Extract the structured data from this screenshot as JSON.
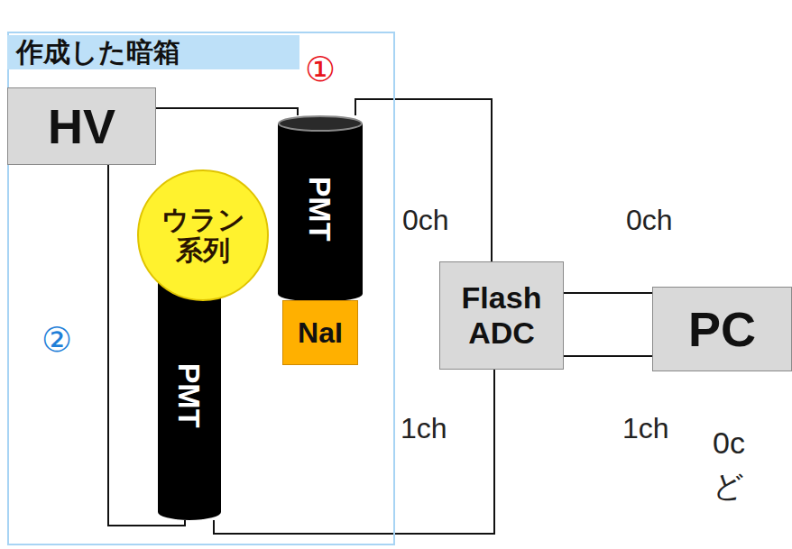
{
  "diagram": {
    "nodes": [
      {
        "text": [
          "作成した暗箱"
        ]
      },
      {
        "text": [
          "HV"
        ],
        "in": 0
      },
      {
        "text": [
          "PMT"
        ],
        "in": 0
      },
      {
        "text": [
          "ウラン 系列"
        ],
        "in": 0
      },
      {
        "text": [
          "NaI"
        ],
        "in": 0
      },
      {
        "text": [
          "PMT"
        ],
        "in": 0
      },
      {
        "text": [
          "Flash ADC"
        ]
      },
      {
        "text": [
          "PC"
        ]
      }
    ],
    "edges": [
      {
        "from": 1,
        "to": 2,
        "arrow": "none"
      },
      {
        "from": 2,
        "to": 6,
        "arrow": "none"
      },
      {
        "from": 1,
        "to": 5,
        "arrow": "none"
      },
      {
        "from": 5,
        "to": 6,
        "arrow": "none"
      },
      {
        "from": 6,
        "to": 7,
        "arrow": "none"
      },
      {
        "from": 6,
        "to": 7,
        "arrow": "none"
      }
    ],
    "labels": [
      "①",
      "②",
      "0ch",
      "0ch",
      "1ch",
      "1ch",
      "0c",
      "ど"
    ]
  }
}
